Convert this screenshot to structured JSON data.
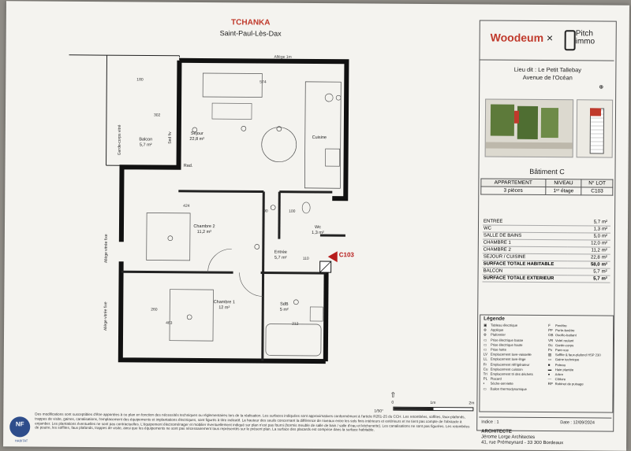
{
  "header": {
    "title": "TCHANKA",
    "subtitle": "Saint-Paul-Lès-Dax"
  },
  "plan": {
    "rooms": [
      {
        "name": "Séjour",
        "area": "22,8 m²"
      },
      {
        "name": "Cuisine",
        "area": ""
      },
      {
        "name": "Chambre 2",
        "area": "11,2 m²"
      },
      {
        "name": "Chambre 1",
        "area": "12 m²"
      },
      {
        "name": "Entrée",
        "area": "5,7 m²"
      },
      {
        "name": "SdB",
        "area": "5 m²"
      },
      {
        "name": "Wc",
        "area": "1,3 m²"
      },
      {
        "name": "Balcon",
        "area": "5,7 m²"
      },
      {
        "name": "Rad.",
        "area": ""
      }
    ],
    "dims": [
      "180",
      "574",
      "424",
      "302",
      "463",
      "212",
      "90",
      "110",
      "260",
      "100"
    ],
    "side_labels": [
      "Allège 1m",
      "Allège vitrée fixe",
      "Allège vitrée fixe",
      "Garde-corps vitré",
      "Sed fiv"
    ],
    "lot_marker": "C103",
    "scale_label": "1/50°",
    "scale_ticks": [
      "0",
      "1m",
      "2m"
    ]
  },
  "brand": {
    "name": "Woodeum",
    "sep": "×",
    "partner_1": "Pitch",
    "partner_2": "immo"
  },
  "location": {
    "line1": "Lieu dit : Le Petit Tallebay",
    "line2": "Avenue de l'Océan"
  },
  "building": "Bâtiment C",
  "apt_table": {
    "headers": [
      "APPARTEMENT",
      "NIVEAU",
      "N° LOT"
    ],
    "row": [
      "3 pièces",
      "1ᵉʳ étage",
      "C103"
    ]
  },
  "surfaces": [
    {
      "label": "ENTREE",
      "value": "5,7",
      "unit": "m²",
      "bold": false
    },
    {
      "label": "WC",
      "value": "1,3",
      "unit": "m²",
      "bold": false
    },
    {
      "label": "SALLE DE BAINS",
      "value": "5,0",
      "unit": "m²",
      "bold": false
    },
    {
      "label": "CHAMBRE 1",
      "value": "12,0",
      "unit": "m²",
      "bold": false
    },
    {
      "label": "CHAMBRE 2",
      "value": "11,2",
      "unit": "m²",
      "bold": false
    },
    {
      "label": "SEJOUR / CUISINE",
      "value": "22,8",
      "unit": "m²",
      "bold": false
    },
    {
      "label": "SURFACE TOTALE HABITABLE",
      "value": "58,0",
      "unit": "m²",
      "bold": true
    },
    {
      "label": "BALCON",
      "value": "5,7",
      "unit": "m²",
      "bold": false
    },
    {
      "label": "SURFACE TOTALE EXTERIEUR",
      "value": "5,7",
      "unit": "m²",
      "bold": true
    }
  ],
  "legend": {
    "title": "Légende",
    "left": [
      {
        "sym": "▣",
        "label": "Tableau électrique"
      },
      {
        "sym": "⊗",
        "label": "Applique"
      },
      {
        "sym": "⊗",
        "label": "Plafonnier"
      },
      {
        "sym": "▭",
        "label": "Prise électrique basse"
      },
      {
        "sym": "▭",
        "label": "Prise électrique haute"
      },
      {
        "sym": "▭",
        "label": "Prise hotte"
      },
      {
        "sym": "LV",
        "label": "Emplacement lave-vaisselle"
      },
      {
        "sym": "LL",
        "label": "Emplacement lave-linge"
      },
      {
        "sym": "Fr",
        "label": "Emplacement réfrigérateur"
      },
      {
        "sym": "Cu",
        "label": "Emplacement cuisson"
      },
      {
        "sym": "Tri",
        "label": "Emplacement tri des déchets"
      },
      {
        "sym": "PL",
        "label": "Placard"
      },
      {
        "sym": "▪",
        "label": "Sèche-serviette"
      },
      {
        "sym": "▭",
        "label": "Ballon thermodynamique"
      }
    ],
    "right": [
      {
        "sym": "F",
        "label": "Fenêtre"
      },
      {
        "sym": "PF",
        "label": "Porte-fenêtre"
      },
      {
        "sym": "OB",
        "label": "Oscillo-battant"
      },
      {
        "sym": "VR",
        "label": "Volet roulant"
      },
      {
        "sym": "Gc",
        "label": "Garde-corps"
      },
      {
        "sym": "Pv",
        "label": "Pare-vue"
      },
      {
        "sym": "▨",
        "label": "Soffite & faux-plafond HSP 230"
      },
      {
        "sym": "▭",
        "label": "Gaine technique"
      },
      {
        "sym": "■",
        "label": "Poteau"
      },
      {
        "sym": "▬",
        "label": "Haie plantée"
      },
      {
        "sym": "●",
        "label": "Arbre"
      },
      {
        "sym": "—",
        "label": "Clôture"
      },
      {
        "sym": "RP",
        "label": "Robinet de puisage"
      }
    ]
  },
  "footer": {
    "indice": "Indice : 1",
    "date": "Date : 12/09/2024",
    "architect_title": "ARCHITECTE",
    "architect_name": "Jérome Lorge Architectes",
    "architect_addr": "41, rue Prémeynard - 33 300 Bordeaux",
    "disclaimer": "Des modifications sont susceptibles d'être apportées à ce plan en fonction des nécessités techniques ou réglementaires lors de la réalisation. Les surfaces indiquées sont approximatives conformément à l'article R261-25 du CCH. Les retombées, soffites, faux-plafonds, trappes de visite, gaines, canalisations, l'emplacement des équipements et implantations électriques, sont figurés à titre indicatif. La hauteur des seuils concernant la différence de niveaux entre les sols finis intérieurs et extérieurs et ne tient pas compte de l'obstacle à enjamber. Les plantations éventuelles ne sont pas contractuelles. L'équipement électroménager et mobilier éventuellement indiqué sur plan n'est pas fourni (hormis meuble de salle de bain / salle d'eau et kitchenette). Les canalisations ne sont pas figurées. Les retombées de poutre, les soffites, faux plafonds, trappes de visite, ainsi que les équipements ne sont pas nécessairement tous représentés sur le présent plan. La surface des placards est comprise dans la surface habitable."
  },
  "certification": {
    "logo": "NF",
    "sub": "HABITAT"
  }
}
